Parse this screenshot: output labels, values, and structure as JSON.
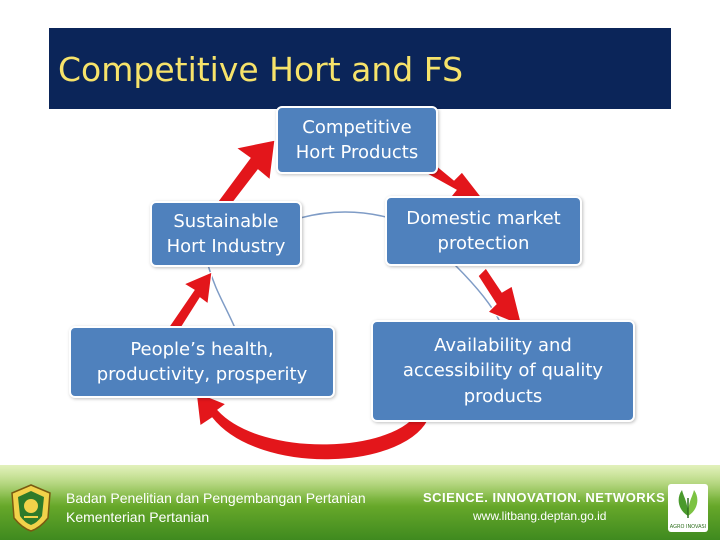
{
  "title": "Competitive Hort and FS",
  "nodes": {
    "competitive_products": "Competitive\nHort Products",
    "domestic_protection": "Domestic market\nprotection",
    "availability": "Availability and\naccessibility of quality\nproducts",
    "peoples_health": "People’s health,\nproductivity, prosperity",
    "sustainable_industry": "Sustainable\nHort Industry"
  },
  "footer": {
    "org_line1": "Badan Penelitian dan Pengembangan Pertanian",
    "org_line2": "Kementerian Pertanian",
    "tagline": "SCIENCE. INNOVATION. NETWORKS",
    "url": "www.litbang.deptan.go.id",
    "right_logo_text": "AGRO INOVASI"
  },
  "colors": {
    "title_bg": "#0b2559",
    "title_text": "#f7e36a",
    "node_fill": "#4f81bd",
    "arrow_fill": "#e3161b",
    "footer_green": "#6fae2c"
  }
}
